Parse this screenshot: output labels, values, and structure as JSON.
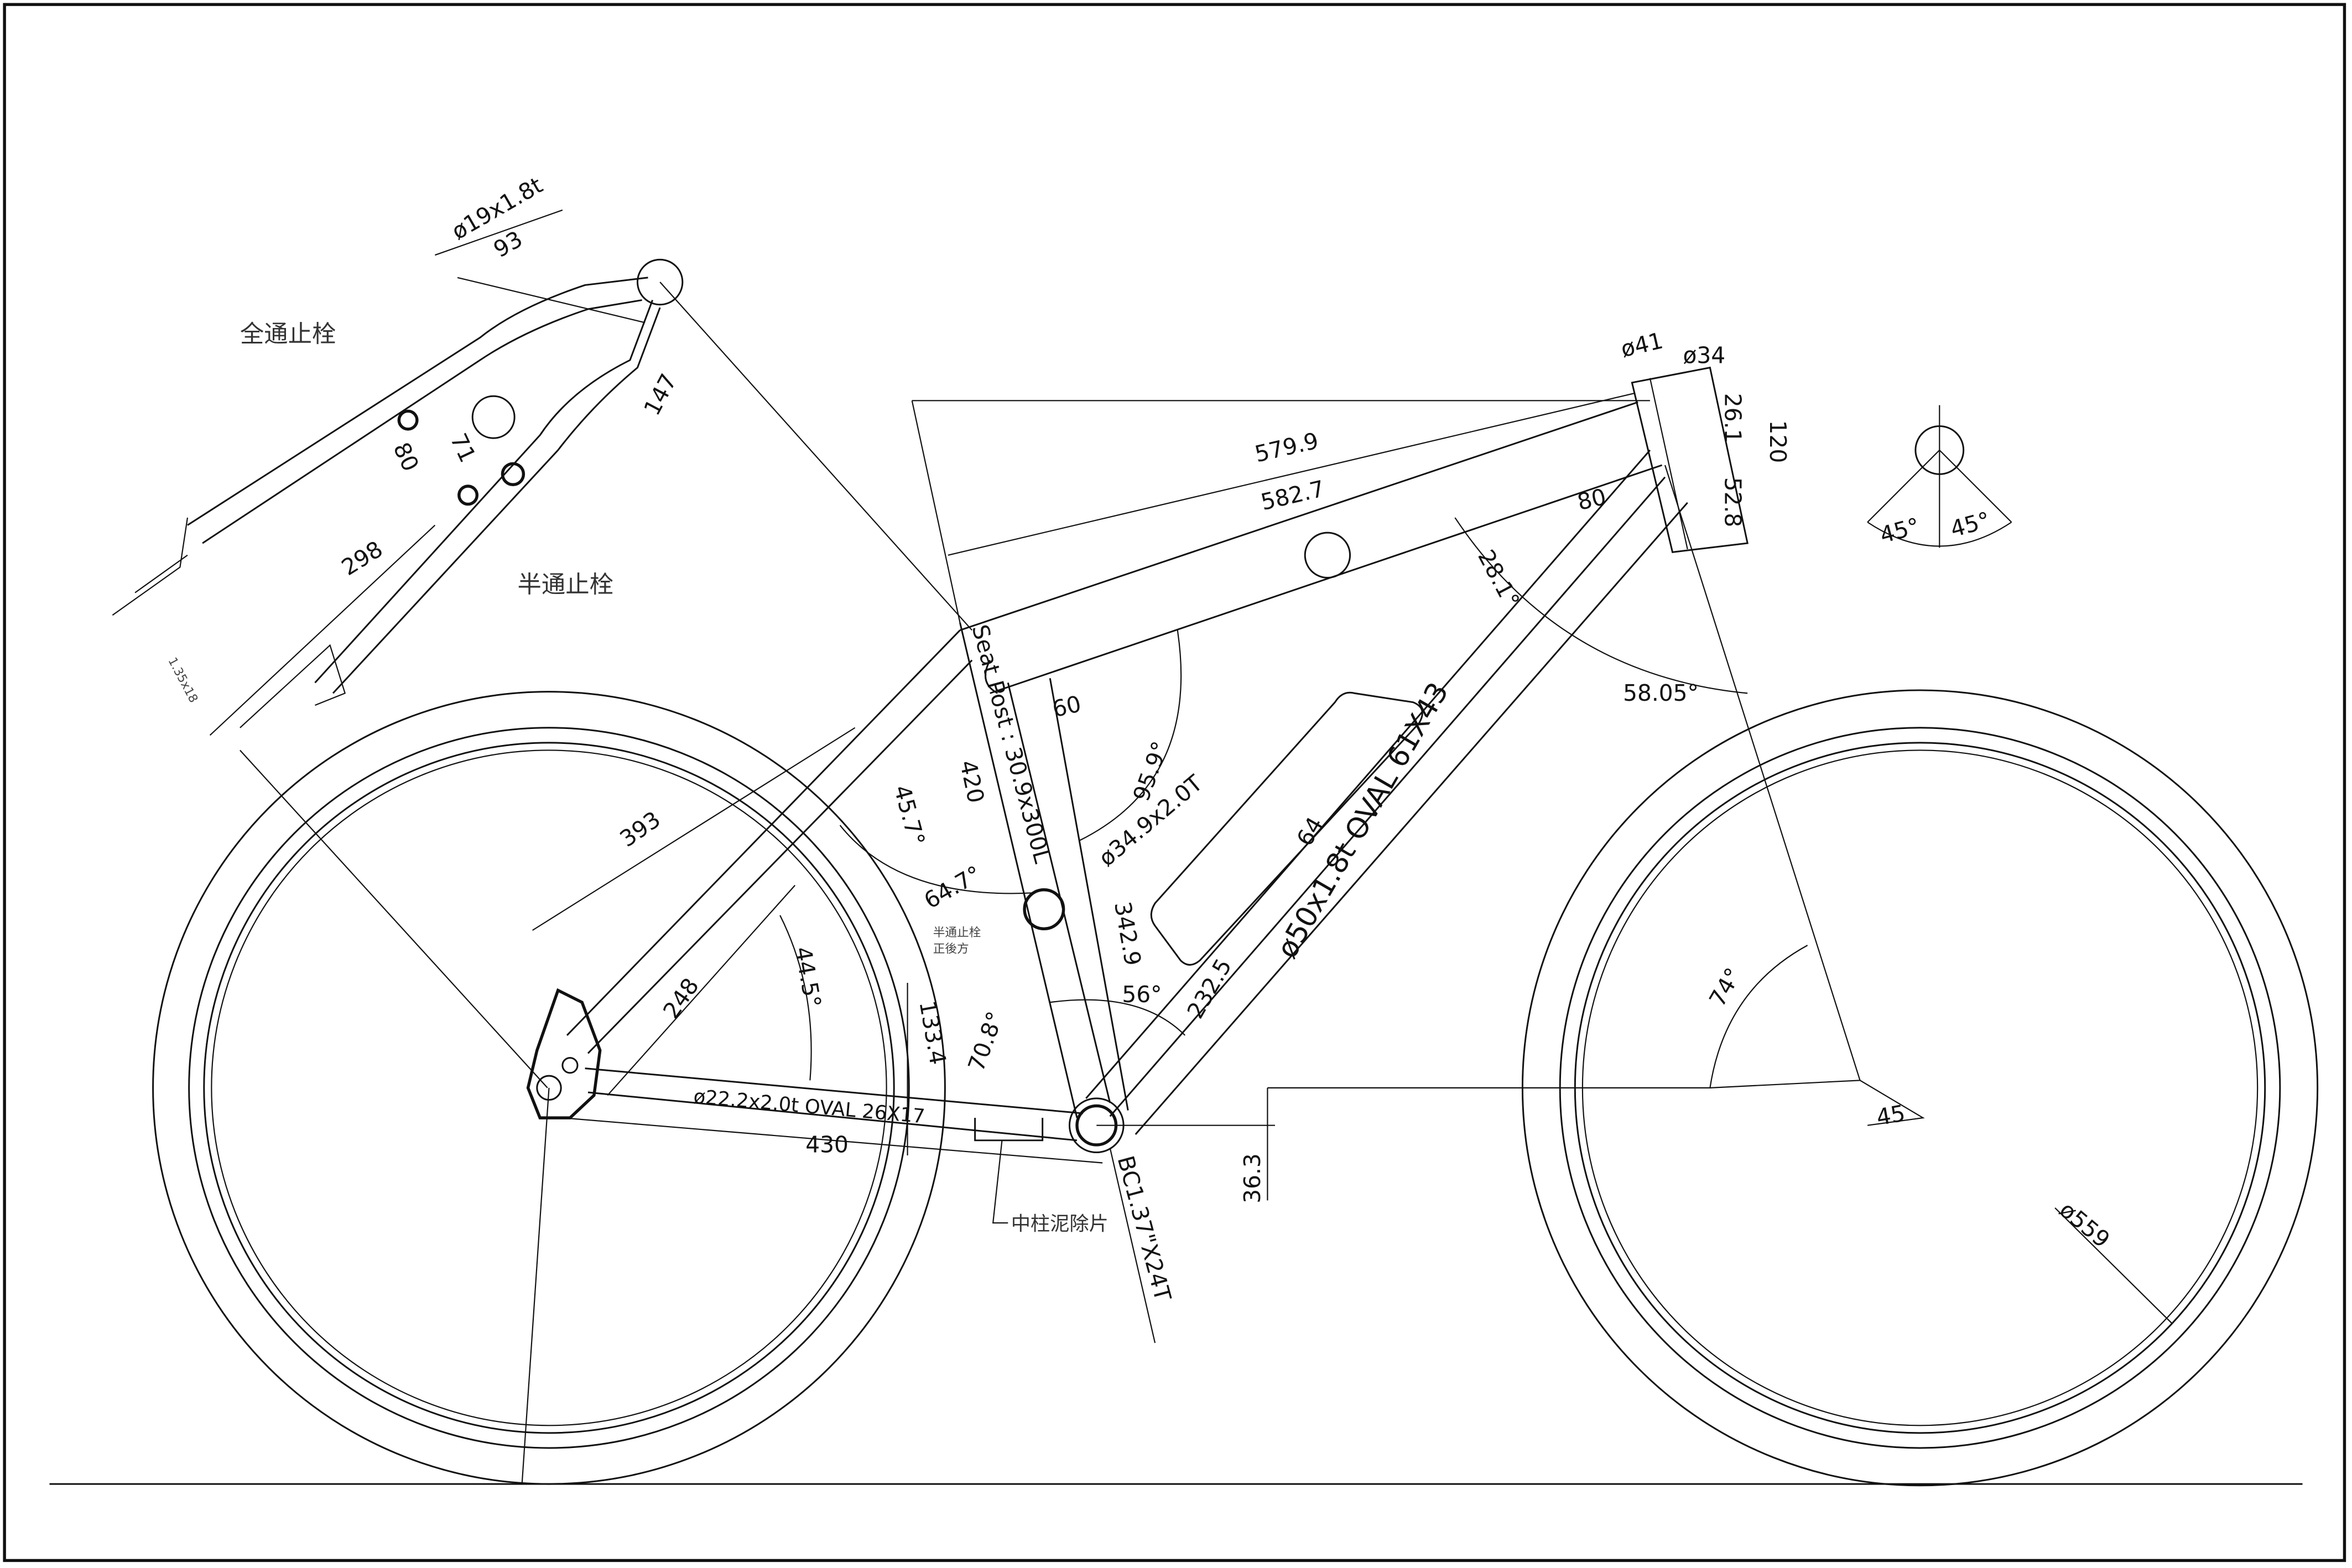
{
  "drawing": {
    "rack": {
      "tube_spec": "ø19x1.8t",
      "dim_93": "93",
      "full_stopper": "全通止栓",
      "dim_71": "71",
      "dim_80": "80",
      "dim_147": "147",
      "dim_298": "298",
      "half_stopper": "半通止栓",
      "dim_135": "1.35x18"
    },
    "top_tube": {
      "dim_579": "579.9",
      "dim_582": "582.7",
      "dim_80": "80",
      "dim_60": "60",
      "angle_28": "28.1°",
      "angle_58": "58.05°"
    },
    "head_tube": {
      "od_41": "ø41",
      "od_34": "ø34",
      "dim_120": "120",
      "dim_26": "26.1",
      "dim_52": "52.8",
      "angle_left": "45°",
      "angle_right": "45°"
    },
    "seat_tube": {
      "seat_post": "Seat Post : 30.9x300L",
      "dim_420": "420",
      "angle_95": "95.9°",
      "tube_spec": "ø34.9x2.0T",
      "dim_342": "342.9",
      "angle_45": "45.7°",
      "angle_64": "64.7°",
      "half_stopper_line1": "半通止栓",
      "half_stopper_line2": "正後方",
      "angle_56": "56°"
    },
    "down_tube": {
      "tube_spec": "ø50x1.8t OVAL 61X43",
      "dim_64": "64",
      "dim_232": "232.5"
    },
    "rear": {
      "dim_393": "393",
      "dim_248": "248",
      "angle_44": "44.5°",
      "dim_133": "133.4",
      "angle_70": "70.8°",
      "chainstay_spec": "ø22.2x2.0t OVAL 26X17",
      "dim_430": "430"
    },
    "bottom_bracket": {
      "mud_guard": "中柱泥除片",
      "drop_36": "36.3",
      "bb_spec": "BC1.37\"X24T"
    },
    "front": {
      "head_angle": "74°",
      "dim_45": "45",
      "wheel_dia": "ø559"
    }
  }
}
